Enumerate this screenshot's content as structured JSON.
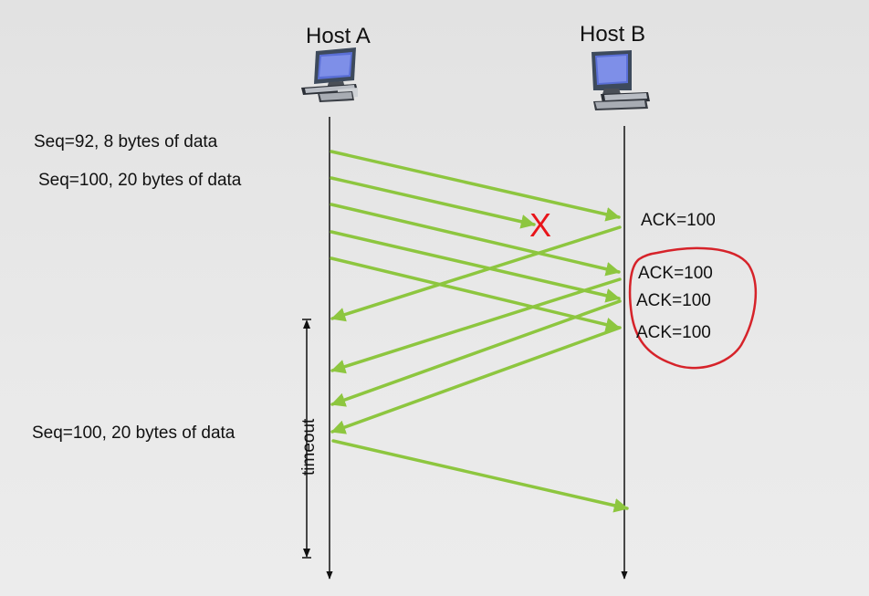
{
  "hosts": {
    "a": {
      "label": "Host A"
    },
    "b": {
      "label": "Host B"
    }
  },
  "sender_labels": [
    "Seq=92, 8 bytes of data",
    "Seq=100, 20 bytes of data",
    "Seq=100, 20 bytes of data"
  ],
  "ack_labels": [
    "ACK=100",
    "ACK=100",
    "ACK=100",
    "ACK=100"
  ],
  "timeout_label": "timeout",
  "lost_marker": "X",
  "colors": {
    "arrow": "#8dc63f",
    "highlight": "#d6232a",
    "loss": "#e8141a"
  }
}
